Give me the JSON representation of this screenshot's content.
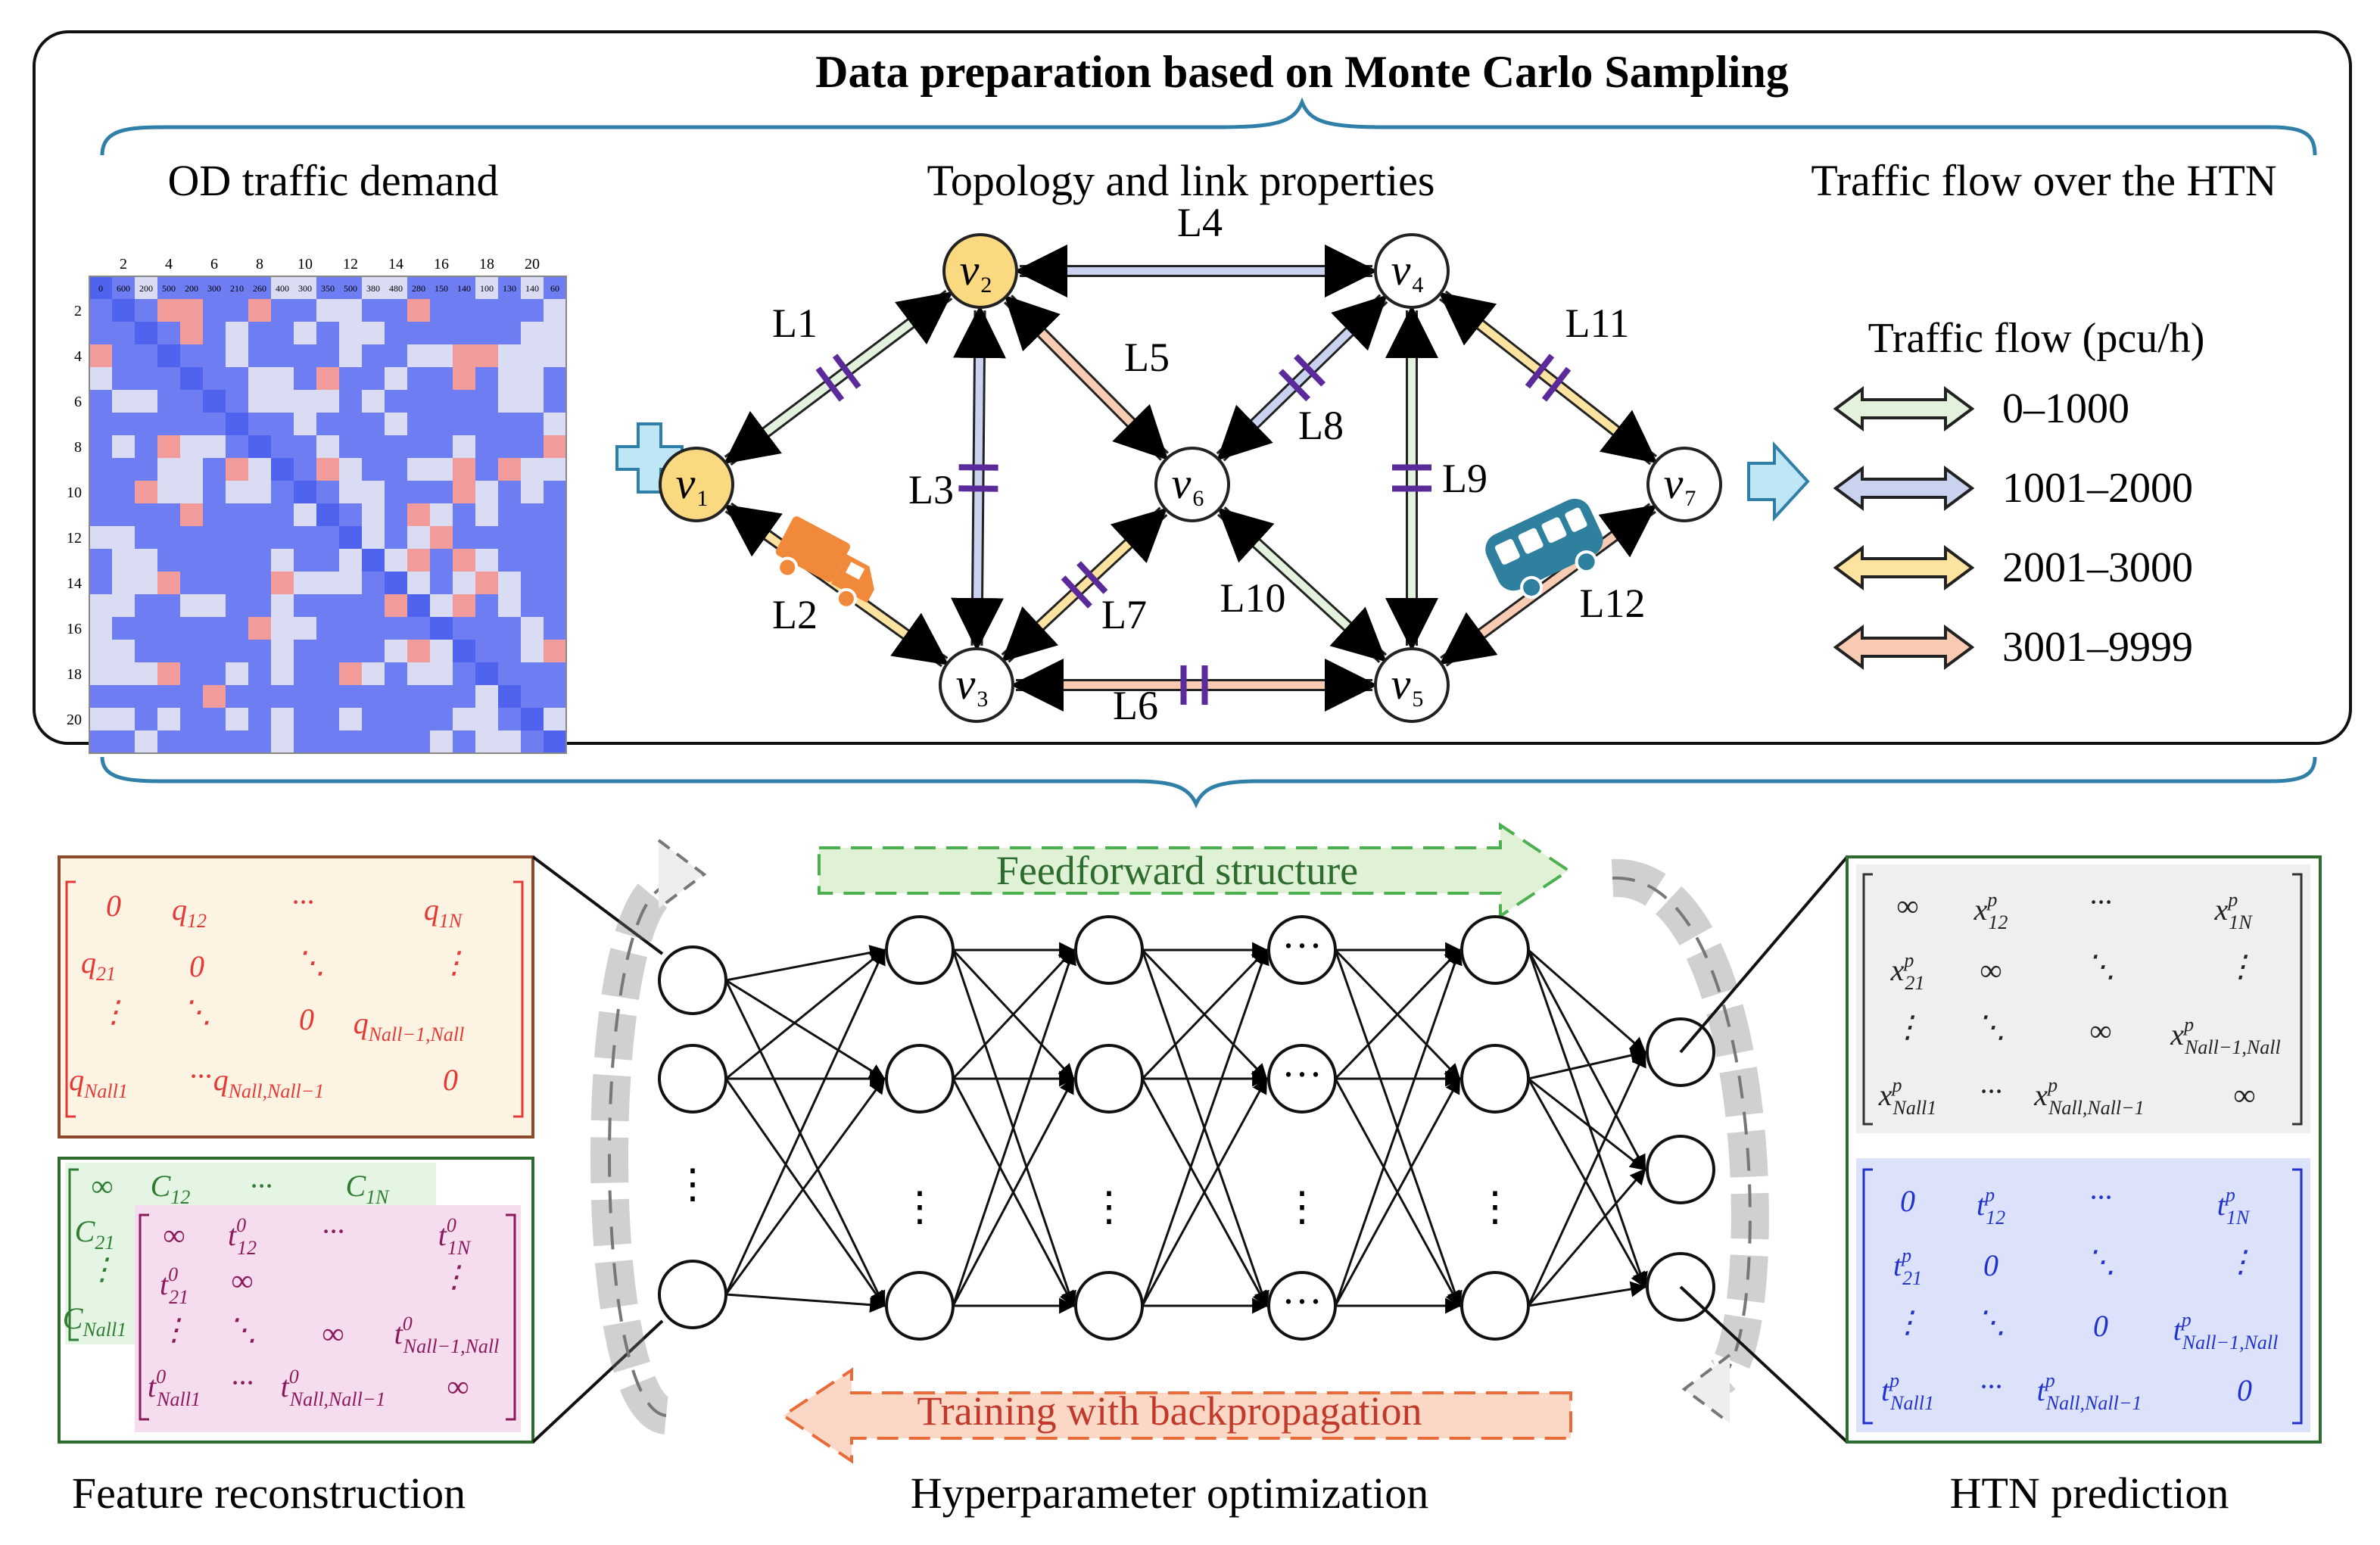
{
  "banner": {
    "title": "Data preparation based on Monte Carlo Sampling"
  },
  "sections": {
    "od_demand": "OD traffic demand",
    "topology": "Topology and link properties",
    "flow_over": "Traffic flow over the HTN"
  },
  "heatmap": {
    "col_ticks": [
      "2",
      "4",
      "6",
      "8",
      "10",
      "12",
      "14",
      "16",
      "18",
      "20"
    ],
    "row_ticks": [
      "2",
      "4",
      "6",
      "8",
      "10",
      "12",
      "14",
      "16",
      "18",
      "20"
    ],
    "size": 21,
    "colors": {
      "low": "#6f7df2",
      "mid": "#d9dcf3",
      "high": "#f29b9b",
      "diag": "#4f63ef"
    },
    "first_row_values": [
      "0",
      "600",
      "200",
      "500",
      "200",
      "300",
      "210",
      "260",
      "400",
      "300",
      "350",
      "500",
      "380",
      "480",
      "280",
      "150",
      "140",
      "100",
      "130",
      "140",
      "60"
    ]
  },
  "network": {
    "nodes": [
      {
        "id": "v1",
        "base": "v",
        "sub": "1",
        "highlight": true
      },
      {
        "id": "v2",
        "base": "v",
        "sub": "2",
        "highlight": true
      },
      {
        "id": "v3",
        "base": "v",
        "sub": "3",
        "highlight": false
      },
      {
        "id": "v4",
        "base": "v",
        "sub": "4",
        "highlight": false
      },
      {
        "id": "v5",
        "base": "v",
        "sub": "5",
        "highlight": false
      },
      {
        "id": "v6",
        "base": "v",
        "sub": "6",
        "highlight": false
      },
      {
        "id": "v7",
        "base": "v",
        "sub": "7",
        "highlight": false
      }
    ],
    "links": [
      {
        "id": "L1",
        "label": "L1",
        "from": "v1",
        "to": "v2",
        "class": 0
      },
      {
        "id": "L2",
        "label": "L2",
        "from": "v1",
        "to": "v3",
        "class": 2
      },
      {
        "id": "L3",
        "label": "L3",
        "from": "v2",
        "to": "v3",
        "class": 1
      },
      {
        "id": "L4",
        "label": "L4",
        "from": "v2",
        "to": "v4",
        "class": 1
      },
      {
        "id": "L5",
        "label": "L5",
        "from": "v2",
        "to": "v6",
        "class": 3
      },
      {
        "id": "L6",
        "label": "L6",
        "from": "v3",
        "to": "v5",
        "class": 3
      },
      {
        "id": "L7",
        "label": "L7",
        "from": "v3",
        "to": "v6",
        "class": 2
      },
      {
        "id": "L8",
        "label": "L8",
        "from": "v4",
        "to": "v6",
        "class": 1
      },
      {
        "id": "L9",
        "label": "L9",
        "from": "v4",
        "to": "v5",
        "class": 0
      },
      {
        "id": "L10",
        "label": "L10",
        "from": "v5",
        "to": "v6",
        "class": 0
      },
      {
        "id": "L11",
        "label": "L11",
        "from": "v4",
        "to": "v7",
        "class": 2
      },
      {
        "id": "L12",
        "label": "L12",
        "from": "v5",
        "to": "v7",
        "class": 3
      }
    ],
    "node_fill_highlight": "#fbd980",
    "bridge_color": "#5a2a9a"
  },
  "legend": {
    "title": "Traffic flow (pcu/h)",
    "items": [
      {
        "label": "0–1000",
        "color": "#e3f2dc"
      },
      {
        "label": "1001–2000",
        "color": "#c9d3ef"
      },
      {
        "label": "2001–3000",
        "color": "#fde3a0"
      },
      {
        "label": "3001–9999",
        "color": "#f9cbb3"
      }
    ]
  },
  "nn": {
    "feedforward_label": "Feedforward structure",
    "backprop_label": "Training with backpropagation",
    "ellipsis": "⋮",
    "hdots": "···"
  },
  "matrices": {
    "q": {
      "r1": [
        "0",
        "q",
        "12",
        "···",
        "q",
        "1N"
      ],
      "r2": [
        "q",
        "21",
        "0",
        "⋱",
        "⋮"
      ],
      "r3": [
        "⋮",
        "⋱",
        "0",
        "q",
        "Nall−1,Nall"
      ],
      "r4": [
        "q",
        "Nall1",
        "···",
        "q",
        "Nall,Nall−1",
        "0"
      ]
    },
    "c_front": [
      "∞",
      "C",
      "12",
      "···",
      "C",
      "1N"
    ],
    "symbols": {
      "inf": "∞",
      "zero": "0",
      "vdots": "⋮",
      "ddots": "⋱",
      "hdots": "···"
    }
  },
  "captions": {
    "feature": "Feature reconstruction",
    "hyper": "Hyperparameter optimization",
    "predict": "HTN prediction"
  },
  "icons": {
    "truck": "truck-icon",
    "bus": "bus-icon",
    "plus": "plus-icon",
    "arrow": "right-arrow-icon"
  }
}
